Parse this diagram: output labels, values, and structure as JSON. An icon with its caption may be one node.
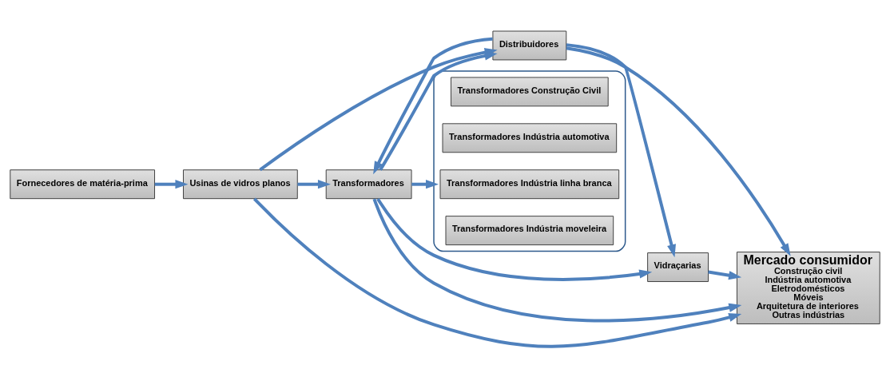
{
  "diagram": {
    "nodes": [
      {
        "text": [],
        "shape": "ellipse"
      },
      {
        "text": [
          "Transformadores Construção Civil"
        ],
        "in": 0
      },
      {
        "text": [
          "Transformadores Indústria automotiva"
        ],
        "in": 0
      },
      {
        "text": [
          "Transformadores Indústria linha branca"
        ],
        "in": 0
      },
      {
        "text": [
          "Transformadores Indústria moveleira"
        ],
        "in": 0
      },
      {
        "text": [
          "Fornecedores de matéria-prima"
        ]
      },
      {
        "text": [
          "Usinas de vidros planos"
        ]
      },
      {
        "text": [
          "Transformadores"
        ]
      },
      {
        "text": [
          "Distribuidores"
        ]
      },
      {
        "text": [
          "Vidraçarias"
        ]
      },
      {
        "text": [
          "Mercado consumidor",
          "Construção civil",
          "Indústria automotiva",
          "Eletrodomésticos",
          "Móveis",
          "Arquitetura de interiores",
          "Outras indústrias"
        ]
      }
    ],
    "edges": [
      {
        "from": 5,
        "to": 6,
        "arrow": "to"
      },
      {
        "from": 6,
        "to": 7,
        "arrow": "to"
      },
      {
        "from": 6,
        "to": 8,
        "arrow": "to"
      },
      {
        "from": 7,
        "to": 0,
        "arrow": "to"
      },
      {
        "from": 7,
        "to": 10,
        "arrow": "to"
      },
      {
        "from": 7,
        "to": 9,
        "arrow": "to"
      },
      {
        "from": 7,
        "to": 8,
        "arrow": "to"
      },
      {
        "from": 8,
        "to": 7,
        "arrow": "to"
      },
      {
        "from": 8,
        "to": 9,
        "arrow": "to"
      },
      {
        "from": 8,
        "to": 10,
        "arrow": "to"
      },
      {
        "from": 9,
        "to": 10,
        "arrow": "to"
      },
      {
        "from": 6,
        "to": 10,
        "arrow": "to"
      }
    ]
  }
}
